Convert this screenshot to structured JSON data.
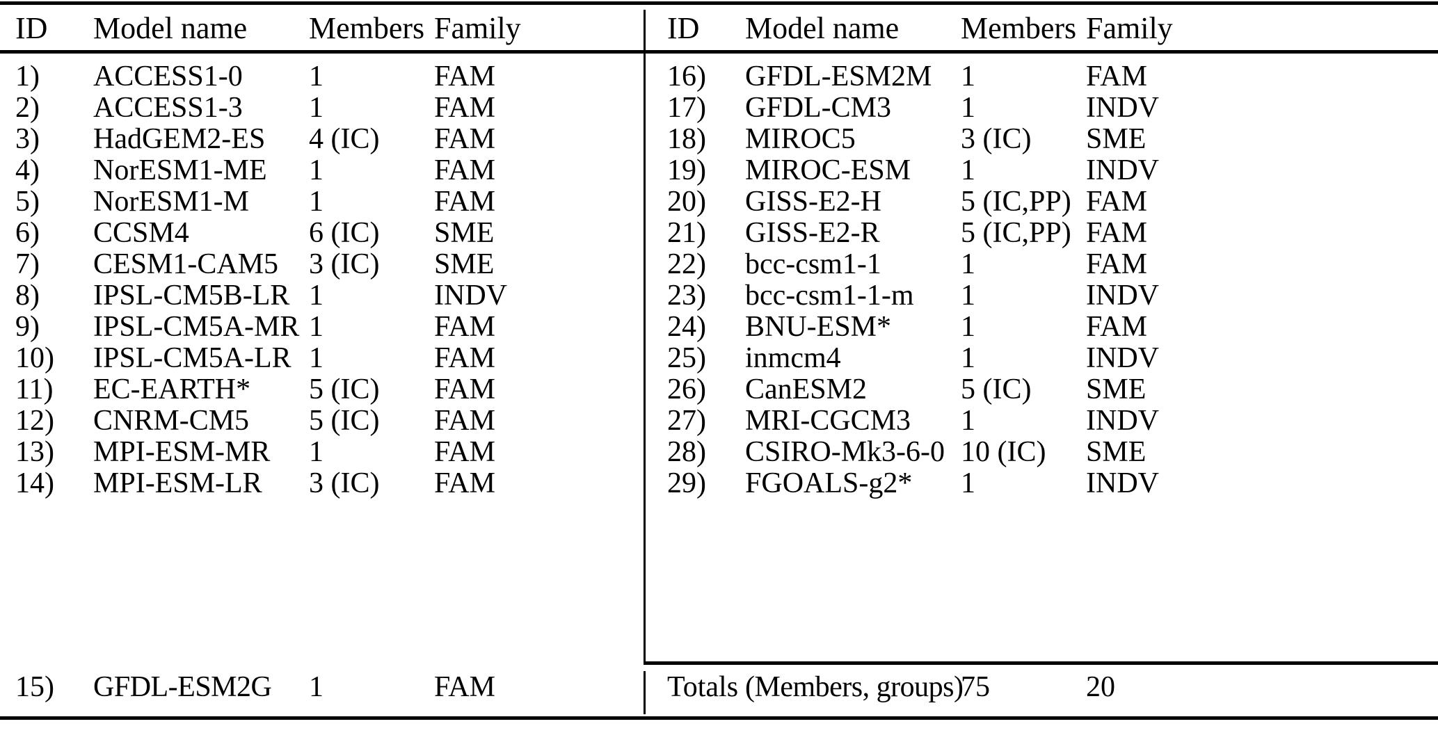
{
  "table": {
    "columns": [
      "ID",
      "Model name",
      "Members",
      "Family"
    ],
    "left_rows": [
      {
        "id": "1)",
        "name": "ACCESS1-0",
        "members": "1",
        "family": "FAM"
      },
      {
        "id": "2)",
        "name": "ACCESS1-3",
        "members": "1",
        "family": "FAM"
      },
      {
        "id": "3)",
        "name": "HadGEM2-ES",
        "members": "4 (IC)",
        "family": "FAM"
      },
      {
        "id": "4)",
        "name": "NorESM1-ME",
        "members": "1",
        "family": "FAM"
      },
      {
        "id": "5)",
        "name": "NorESM1-M",
        "members": "1",
        "family": "FAM"
      },
      {
        "id": "6)",
        "name": "CCSM4",
        "members": "6 (IC)",
        "family": "SME"
      },
      {
        "id": "7)",
        "name": "CESM1-CAM5",
        "members": "3 (IC)",
        "family": "SME"
      },
      {
        "id": "8)",
        "name": "IPSL-CM5B-LR",
        "members": "1",
        "family": "INDV"
      },
      {
        "id": "9)",
        "name": "IPSL-CM5A-MR",
        "members": "1",
        "family": "FAM"
      },
      {
        "id": "10)",
        "name": "IPSL-CM5A-LR",
        "members": "1",
        "family": "FAM"
      },
      {
        "id": "11)",
        "name": "EC-EARTH*",
        "members": "5 (IC)",
        "family": "FAM"
      },
      {
        "id": "12)",
        "name": "CNRM-CM5",
        "members": "5 (IC)",
        "family": "FAM"
      },
      {
        "id": "13)",
        "name": "MPI-ESM-MR",
        "members": "1",
        "family": "FAM"
      },
      {
        "id": "14)",
        "name": "MPI-ESM-LR",
        "members": "3 (IC)",
        "family": "FAM"
      }
    ],
    "left_last_row": {
      "id": "15)",
      "name": "GFDL-ESM2G",
      "members": "1",
      "family": "FAM"
    },
    "right_rows": [
      {
        "id": "16)",
        "name": "GFDL-ESM2M",
        "members": "1",
        "family": "FAM"
      },
      {
        "id": "17)",
        "name": "GFDL-CM3",
        "members": "1",
        "family": "INDV"
      },
      {
        "id": "18)",
        "name": "MIROC5",
        "members": "3 (IC)",
        "family": "SME"
      },
      {
        "id": "19)",
        "name": "MIROC-ESM",
        "members": "1",
        "family": "INDV"
      },
      {
        "id": "20)",
        "name": "GISS-E2-H",
        "members": "5 (IC,PP)",
        "family": "FAM"
      },
      {
        "id": "21)",
        "name": "GISS-E2-R",
        "members": "5 (IC,PP)",
        "family": "FAM"
      },
      {
        "id": "22)",
        "name": "bcc-csm1-1",
        "members": "1",
        "family": "FAM"
      },
      {
        "id": "23)",
        "name": "bcc-csm1-1-m",
        "members": "1",
        "family": "INDV"
      },
      {
        "id": "24)",
        "name": "BNU-ESM*",
        "members": "1",
        "family": "FAM"
      },
      {
        "id": "25)",
        "name": "inmcm4",
        "members": "1",
        "family": "INDV"
      },
      {
        "id": "26)",
        "name": "CanESM2",
        "members": "5 (IC)",
        "family": "SME"
      },
      {
        "id": "27)",
        "name": "MRI-CGCM3",
        "members": "1",
        "family": "INDV"
      },
      {
        "id": "28)",
        "name": "CSIRO-Mk3-6-0",
        "members": "10 (IC)",
        "family": "SME"
      },
      {
        "id": "29)",
        "name": "FGOALS-g2*",
        "members": "1",
        "family": "INDV"
      }
    ],
    "totals_row": {
      "id": "Totals",
      "name": "(Members, groups)",
      "members": "75",
      "family": "20"
    }
  }
}
